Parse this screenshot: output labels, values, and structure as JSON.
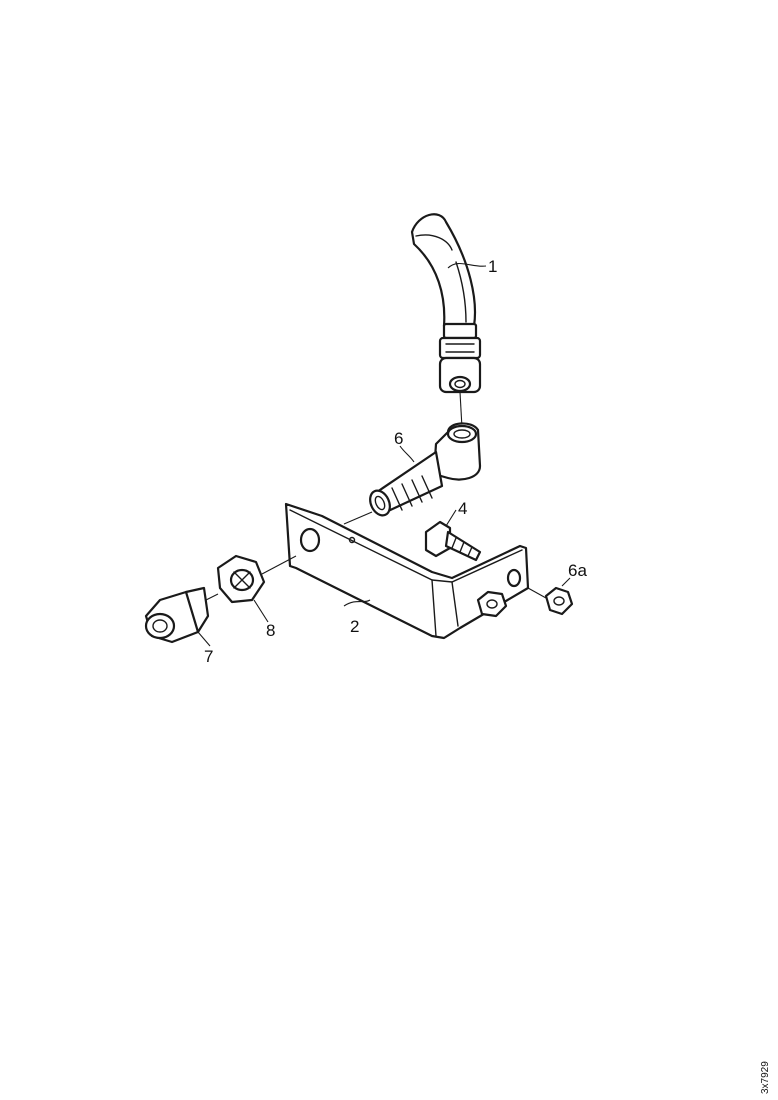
{
  "diagram": {
    "callouts": {
      "hose": "1",
      "bracket": "2",
      "bolt": "4",
      "pipe_fitting": "6",
      "nut": "6a",
      "connector": "7",
      "lock_nut": "8"
    },
    "reference_number": "3x7929"
  }
}
